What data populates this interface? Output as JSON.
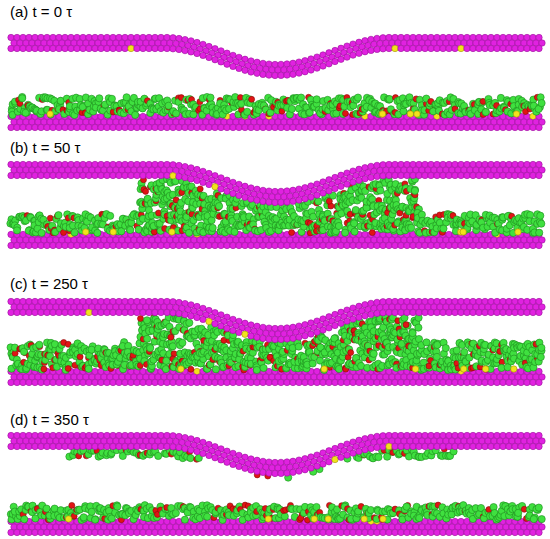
{
  "diagram": {
    "labels": [
      "(a) t = 0 τ",
      "(b) t = 50 τ",
      "(c) t = 250 τ",
      "(d) t = 350 τ"
    ]
  }
}
